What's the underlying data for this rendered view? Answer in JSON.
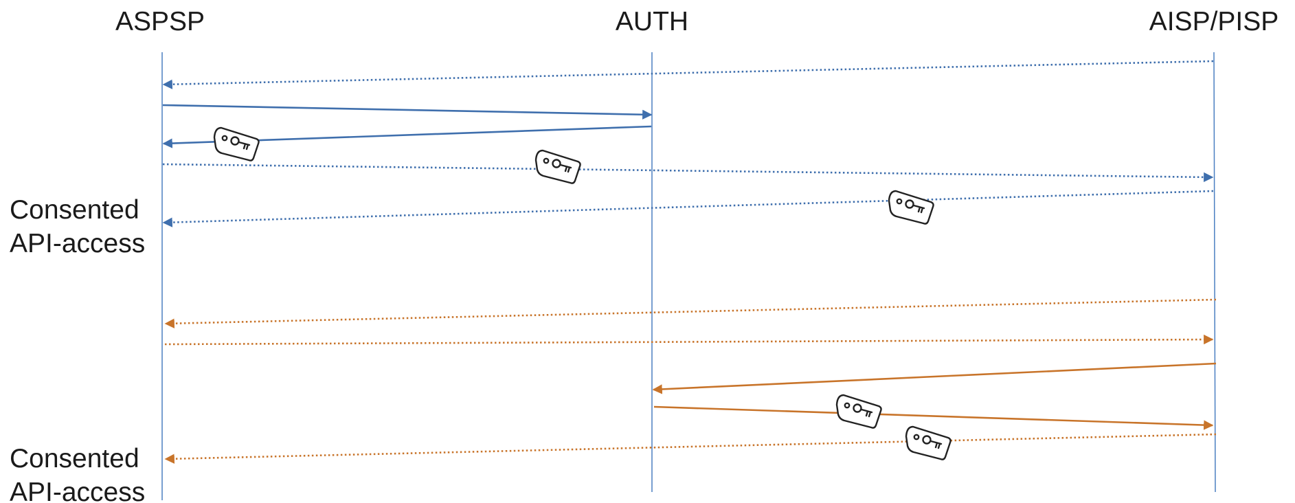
{
  "participants": {
    "aspsp": "ASPSP",
    "auth": "AUTH",
    "aisp_pisp": "AISP/PISP"
  },
  "annotations": [
    {
      "line1": "Consented",
      "line2": "API-access"
    },
    {
      "line1": "Consented",
      "line2": "API-access"
    }
  ],
  "colors": {
    "lifeline": "#4a7fc1",
    "blue_flow": "#3f6fad",
    "orange_flow": "#c8742a",
    "key_icon": "#222222"
  },
  "messages": [
    {
      "color": "blue",
      "style": "dotted",
      "from": "AISP/PISP",
      "to": "ASPSP"
    },
    {
      "color": "blue",
      "style": "solid",
      "from": "ASPSP",
      "to": "AUTH"
    },
    {
      "color": "blue",
      "style": "solid",
      "from": "AUTH",
      "to": "ASPSP",
      "token": true
    },
    {
      "color": "blue",
      "style": "dotted",
      "from": "ASPSP",
      "to": "AISP/PISP",
      "token": true
    },
    {
      "color": "blue",
      "style": "dotted",
      "from": "AISP/PISP",
      "to": "ASPSP",
      "token": true
    },
    {
      "color": "orange",
      "style": "dotted",
      "from": "AISP/PISP",
      "to": "ASPSP"
    },
    {
      "color": "orange",
      "style": "dotted",
      "from": "ASPSP",
      "to": "AISP/PISP"
    },
    {
      "color": "orange",
      "style": "solid",
      "from": "AISP/PISP",
      "to": "AUTH"
    },
    {
      "color": "orange",
      "style": "solid",
      "from": "AUTH",
      "to": "AISP/PISP",
      "token": true
    },
    {
      "color": "orange",
      "style": "dotted",
      "from": "AISP/PISP",
      "to": "ASPSP",
      "token": true
    }
  ],
  "icons": [
    "key-tag-icon"
  ]
}
